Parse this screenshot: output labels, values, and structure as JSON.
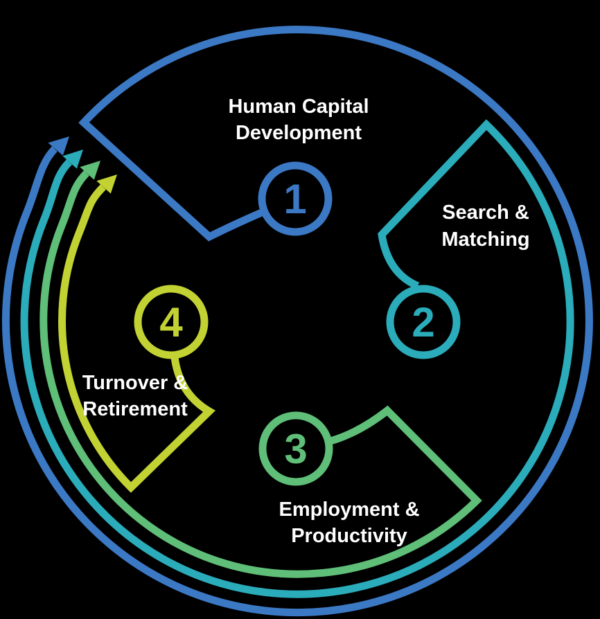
{
  "background": "#000000",
  "text_color": "#FFFFFF",
  "diagram": {
    "type": "cycle",
    "flow": "clockwise",
    "exit": "four nested arrows pointing up-right out of the circle at the top-left"
  },
  "stages": [
    {
      "number": "1",
      "line1": "Human Capital",
      "line2": "Development",
      "color": "#3C79C5",
      "position": "top"
    },
    {
      "number": "2",
      "line1": "Search &",
      "line2": "Matching",
      "color": "#2BACBA",
      "position": "right"
    },
    {
      "number": "3",
      "line1": "Employment &",
      "line2": "Productivity",
      "color": "#5FBE78",
      "position": "bottom"
    },
    {
      "number": "4",
      "line1": "Turnover &",
      "line2": "Retirement",
      "color": "#C2D233",
      "position": "left"
    }
  ]
}
